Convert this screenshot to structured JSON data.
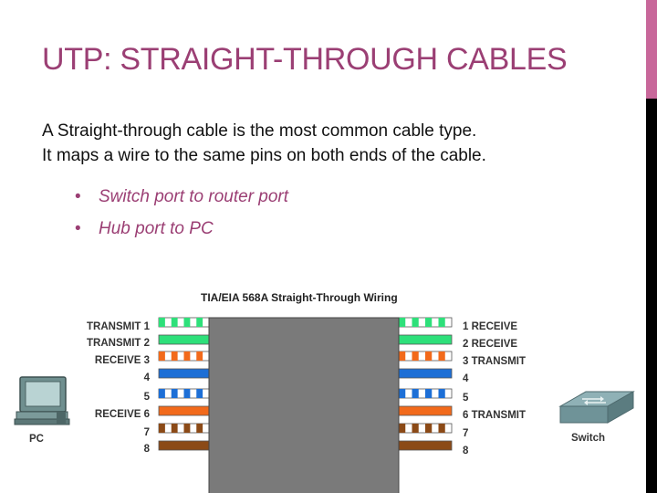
{
  "slide": {
    "title": "UTP: STRAIGHT-THROUGH CABLES",
    "paragraph_line1": "A Straight-through cable is the most common cable type.",
    "paragraph_line2": "It maps a wire to the same pins on both ends of the cable.",
    "bullets": [
      "Switch port to router port",
      "Hub port to PC"
    ],
    "accent_color": "#9b3f74"
  },
  "diagram": {
    "title": "TIA/EIA 568A Straight-Through Wiring",
    "left_labels": [
      "TRANSMIT 1",
      "TRANSMIT 2",
      "RECEIVE 3",
      "4",
      "5",
      "RECEIVE 6",
      "7",
      "8"
    ],
    "right_labels": [
      "1 RECEIVE",
      "2 RECEIVE",
      "3 TRANSMIT",
      "4",
      "5",
      "6 TRANSMIT",
      "7",
      "8"
    ],
    "pc_label": "PC",
    "switch_label": "Switch",
    "wires": [
      {
        "pin": 1,
        "color": "#2ee07a",
        "striped": true
      },
      {
        "pin": 2,
        "color": "#2ee07a",
        "striped": false
      },
      {
        "pin": 3,
        "color": "#f26a1b",
        "striped": true
      },
      {
        "pin": 4,
        "color": "#1d6fd6",
        "striped": false
      },
      {
        "pin": 5,
        "color": "#1d6fd6",
        "striped": true
      },
      {
        "pin": 6,
        "color": "#f26a1b",
        "striped": false
      },
      {
        "pin": 7,
        "color": "#8b4a17",
        "striped": true
      },
      {
        "pin": 8,
        "color": "#8b4a17",
        "striped": false
      }
    ]
  }
}
